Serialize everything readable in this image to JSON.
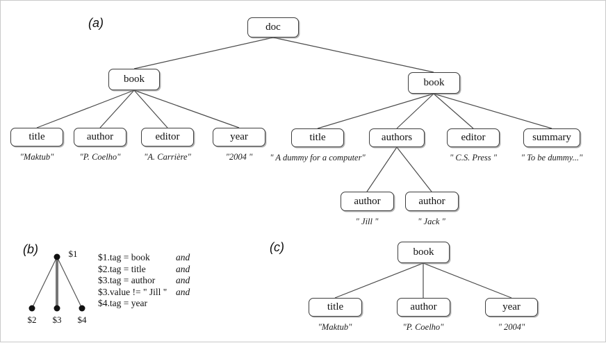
{
  "panels": {
    "a": {
      "label": "(a)"
    },
    "b": {
      "label": "(b)"
    },
    "c": {
      "label": "(c)"
    }
  },
  "tree_a": {
    "root": {
      "tag": "doc"
    },
    "book_left": {
      "tag": "book"
    },
    "book_right": {
      "tag": "book"
    },
    "left_children": [
      {
        "tag": "title",
        "value": "\"Maktub\""
      },
      {
        "tag": "author",
        "value": "\"P. Coelho\""
      },
      {
        "tag": "editor",
        "value": "\"A. Carrière\""
      },
      {
        "tag": "year",
        "value": "\"2004 \""
      }
    ],
    "right_children": [
      {
        "tag": "title",
        "value": "\" A dummy for a computer\""
      },
      {
        "tag": "authors",
        "value": ""
      },
      {
        "tag": "editor",
        "value": "\" C.S. Press \""
      },
      {
        "tag": "summary",
        "value": "\" To be dummy...\""
      }
    ],
    "authors_children": [
      {
        "tag": "author",
        "value": "\" Jill \""
      },
      {
        "tag": "author",
        "value": "\" Jack \""
      }
    ]
  },
  "query_b": {
    "nodes": [
      {
        "name": "$1"
      },
      {
        "name": "$2"
      },
      {
        "name": "$3"
      },
      {
        "name": "$4"
      }
    ],
    "conditions": [
      {
        "expr": "$1.tag = book",
        "conj": "and"
      },
      {
        "expr": "$2.tag = title",
        "conj": "and"
      },
      {
        "expr": "$3.tag = author",
        "conj": "and"
      },
      {
        "expr": "$3.value != \" Jill \"",
        "conj": "and"
      },
      {
        "expr": "$4.tag = year",
        "conj": ""
      }
    ]
  },
  "result_c": {
    "root": {
      "tag": "book"
    },
    "children": [
      {
        "tag": "title",
        "value": "\"Maktub\""
      },
      {
        "tag": "author",
        "value": "\"P. Coelho\""
      },
      {
        "tag": "year",
        "value": "\" 2004\""
      }
    ]
  },
  "colors": {
    "node_border": "#3d3d3d",
    "edge": "#4a4a4a",
    "text": "#111111",
    "background": "#ffffff"
  }
}
